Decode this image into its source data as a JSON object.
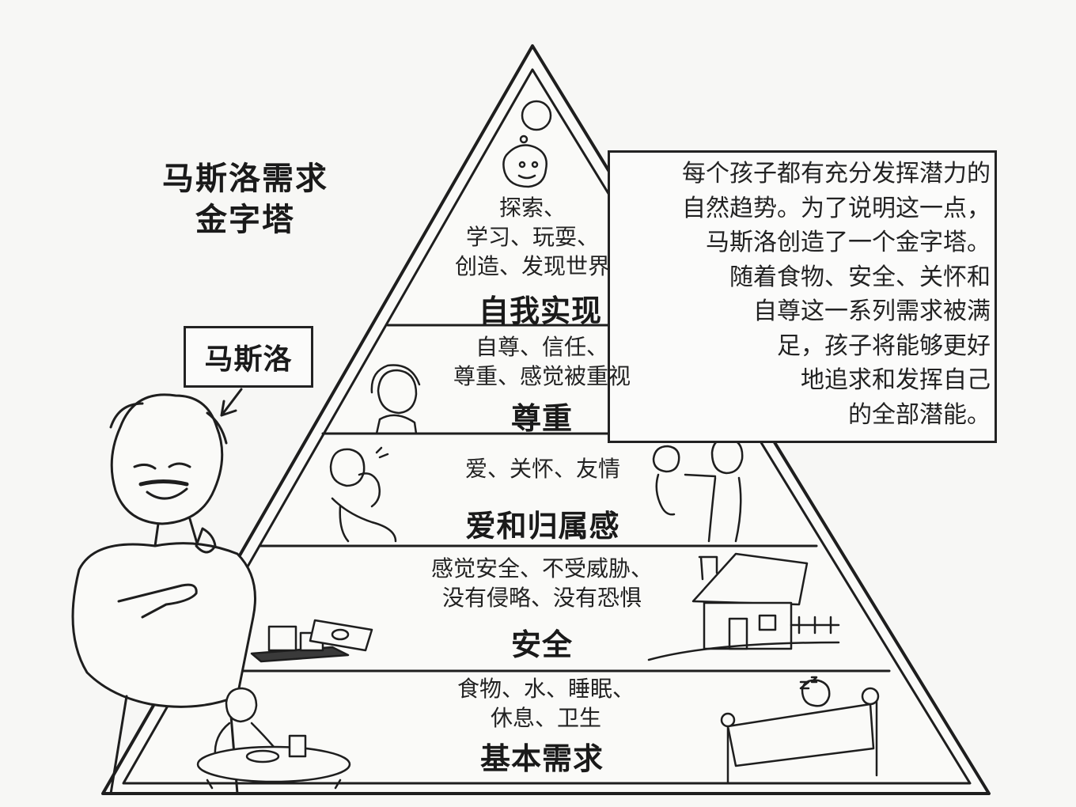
{
  "title": [
    "马斯洛需求",
    "金字塔"
  ],
  "person_label": "马斯洛",
  "description": [
    "每个孩子都有充分发挥潜力的",
    "自然趋势。为了说明这一点，",
    "马斯洛创造了一个金字塔。",
    "随着食物、安全、关怀和",
    "自尊这一系列需求被满",
    "足，孩子将能够更好",
    "地追求和发挥自己",
    "的全部潜能。"
  ],
  "levels": {
    "self_actualization": {
      "name": "自我实现",
      "items": [
        "探索、",
        "学习、玩耍、",
        "创造、发现世界"
      ]
    },
    "esteem": {
      "name": "尊重",
      "items": [
        "自尊、信任、",
        "尊重、感觉被重视"
      ]
    },
    "love": {
      "name": "爱和归属感",
      "items": [
        "爱、关怀、友情"
      ]
    },
    "safety": {
      "name": "安全",
      "items": [
        "感觉安全、不受威胁、",
        "没有侵略、没有恐惧"
      ]
    },
    "physiological": {
      "name": "基本需求",
      "items": [
        "食物、水、睡眠、",
        "休息、卫生"
      ]
    }
  }
}
